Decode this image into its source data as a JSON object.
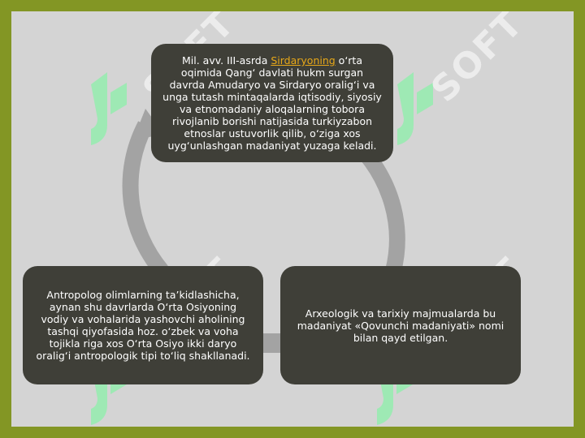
{
  "watermark": {
    "text": "SOFT",
    "color": "#ffffff"
  },
  "nodes": {
    "top": {
      "prefix": "Mil. avv. III-asrda ",
      "link": "Sirdaryoning",
      "suffix": " o‘rta oqimida Qang‘ davlati hukm surgan davrda Amudaryo va Sirdaryo oralig‘i va unga tutash mintaqalarda iqtisodiy, siyosiy va etnomadaniy aloqalarning tobora rivojlanib borishi natijasida turkiyzabon etnoslar ustuvorlik qilib, o‘ziga xos uyg‘unlashgan madaniyat yuzaga keladi."
    },
    "right": {
      "text": "Arxeologik va tarixiy majmualarda bu madaniyat «Qovunchi madaniyati» nomi bilan qayd etilgan."
    },
    "left": {
      "text": "Antropolog olimlarning ta’kidlashicha, aynan shu davrlarda O‘rta Osiyoning vodiy va vohalarida yashovchi aholining tashqi qiyofasida hoz. o‘zbek va voha tojikla riga xos O‘rta Osiyo ikki daryo oralig‘i antropologik tipi to‘liq shakllanadi."
    }
  },
  "colors": {
    "frame": "#839624",
    "background": "#d4d4d4",
    "box": "#3f3f38",
    "cycle_arrow": "#a3a3a3",
    "link": "#e8a818"
  }
}
